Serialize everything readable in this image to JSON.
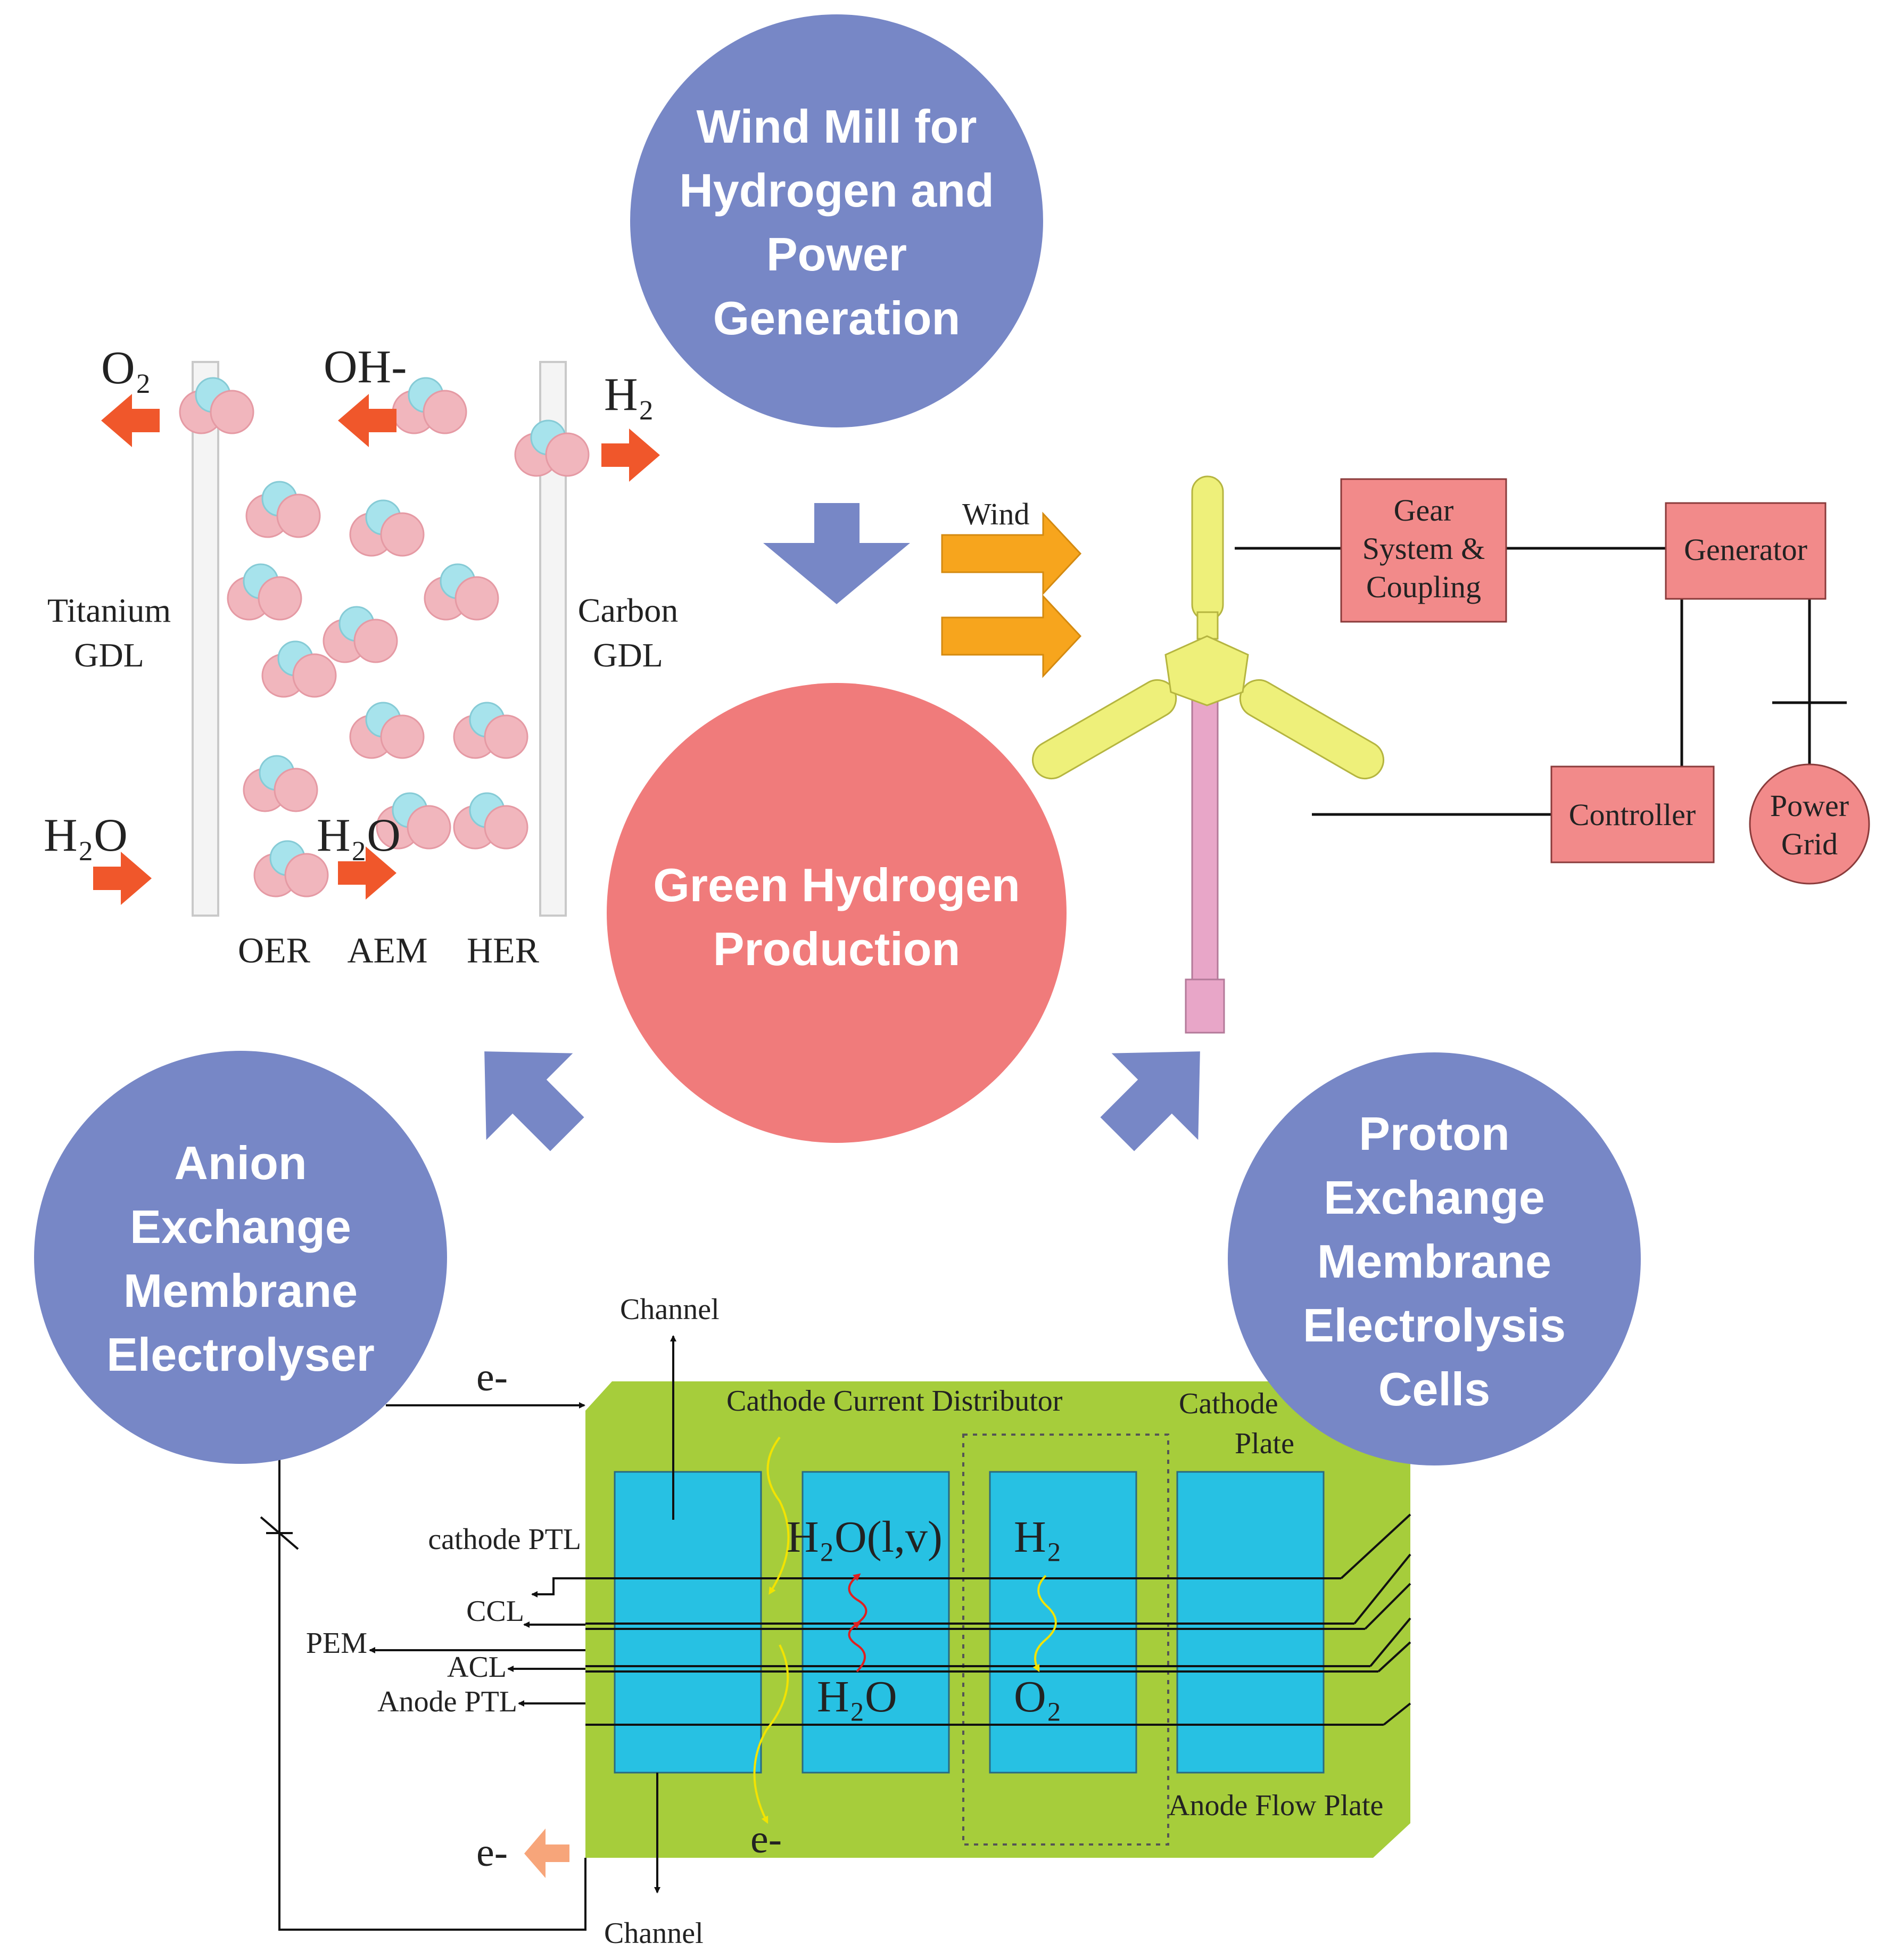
{
  "colors": {
    "bubble_blue": "#7787c6",
    "bubble_red": "#f07b7b",
    "block_red": "#f28a8a",
    "turbine_yellow": "#eef07a",
    "tower_pink": "#e8a6c8",
    "wind_arrow": "#f7a51d",
    "flow_arrow": "#f0572b",
    "plate_green": "#a6cd3b",
    "channel_cyan": "#27c1e3",
    "molecule_pink": "#f1b6bd",
    "molecule_cyan": "#a7e3ec"
  },
  "center": {
    "lines": [
      "Green Hydrogen",
      "Production"
    ]
  },
  "bubbles": {
    "wind": {
      "lines": [
        "Wind Mill for",
        "Hydrogen and",
        "Power",
        "Generation"
      ]
    },
    "aem": {
      "lines": [
        "Anion",
        "Exchange",
        "Membrane",
        "Electrolyser"
      ]
    },
    "pem": {
      "lines": [
        "Proton",
        "Exchange",
        "Membrane",
        "Electrolysis",
        "Cells"
      ]
    }
  },
  "aem_diagram": {
    "o2": "O₂",
    "oh": "OH-",
    "h2": "H₂",
    "h2o_left": "H₂O",
    "h2o_mid": "H₂O",
    "titanium": [
      "Titanium",
      "GDL"
    ],
    "carbon": [
      "Carbon",
      "GDL"
    ],
    "bottom_labels": [
      "OER",
      "AEM",
      "HER"
    ]
  },
  "wind_system": {
    "wind_label": "Wind",
    "gear": [
      "Gear",
      "System &",
      "Coupling"
    ],
    "generator": "Generator",
    "controller": "Controller",
    "power_grid": [
      "Power",
      "Grid"
    ]
  },
  "pem_cell": {
    "channel_top": "Channel",
    "channel_bottom": "Channel",
    "cathode_current_distributor": "Cathode Current Distributor",
    "cathode_plate": [
      "Cathode",
      "Plate"
    ],
    "anode_flow_plate": "Anode Flow Plate",
    "e_top": "e-",
    "e_bottom_left": "e-",
    "e_bottom": "e-",
    "h2o_lv": "H₂O(l,v)",
    "h2o": "H₂O",
    "h2": "H₂",
    "o2": "O₂",
    "layers": [
      "cathode PTL",
      "CCL",
      "PEM",
      "ACL",
      "Anode PTL"
    ]
  }
}
